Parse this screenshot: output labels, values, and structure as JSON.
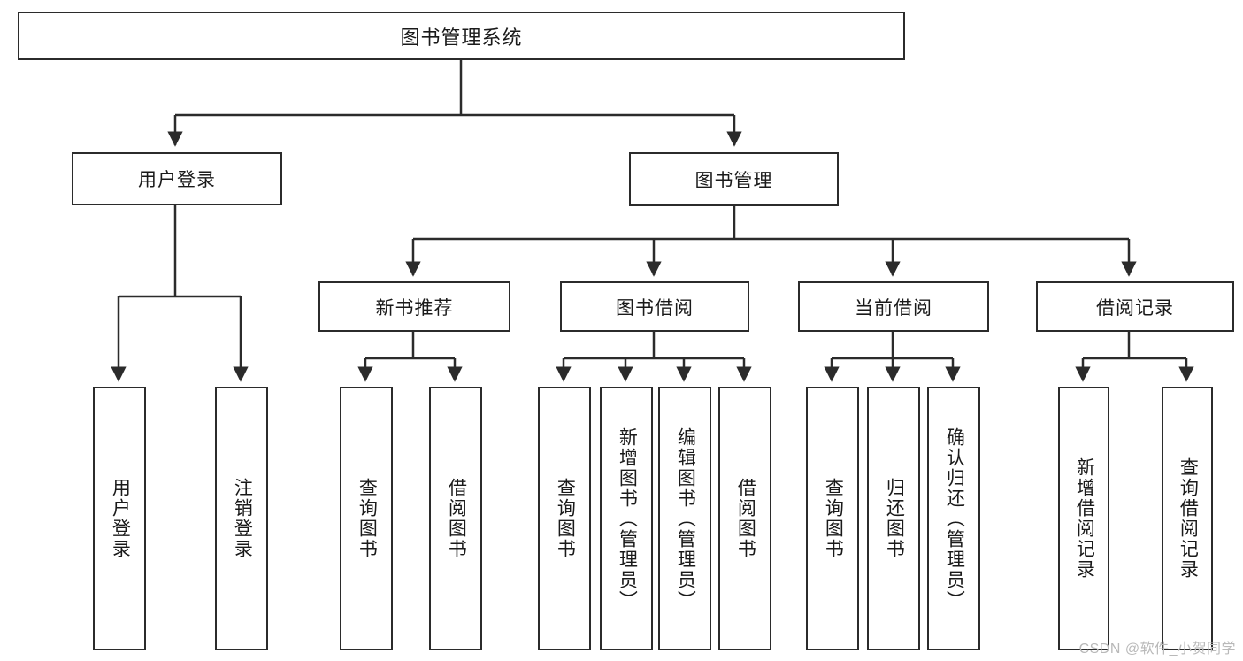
{
  "diagram": {
    "title_node": "图书管理系统",
    "watermark": "CSDN @软件_小贺同学",
    "accent_color": "#2b2b2b",
    "background_color": "#ffffff",
    "level2": [
      {
        "id": "user-login",
        "label": "用户登录"
      },
      {
        "id": "book-manage",
        "label": "图书管理"
      }
    ],
    "level3": [
      {
        "id": "new-book-rec",
        "label": "新书推荐"
      },
      {
        "id": "book-borrow",
        "label": "图书借阅"
      },
      {
        "id": "current-borrow",
        "label": "当前借阅"
      },
      {
        "id": "borrow-record",
        "label": "借阅记录"
      }
    ],
    "leaves": {
      "user_login": [
        {
          "id": "leaf-user-login",
          "label": "用户登录"
        },
        {
          "id": "leaf-logout",
          "label": "注销登录"
        }
      ],
      "new_book_rec": [
        {
          "id": "leaf-query-book-1",
          "label": "查询图书"
        },
        {
          "id": "leaf-borrow-book-1",
          "label": "借阅图书"
        }
      ],
      "book_borrow": [
        {
          "id": "leaf-query-book-2",
          "label": "查询图书"
        },
        {
          "id": "leaf-add-book",
          "label": "新增图书（管理员）"
        },
        {
          "id": "leaf-edit-book",
          "label": "编辑图书（管理员）"
        },
        {
          "id": "leaf-borrow-book-2",
          "label": "借阅图书"
        }
      ],
      "current_borrow": [
        {
          "id": "leaf-query-book-3",
          "label": "查询图书"
        },
        {
          "id": "leaf-return-book",
          "label": "归还图书"
        },
        {
          "id": "leaf-confirm-return",
          "label": "确认归还（管理员）"
        }
      ],
      "borrow_record": [
        {
          "id": "leaf-add-record",
          "label": "新增借阅记录"
        },
        {
          "id": "leaf-query-record",
          "label": "查询借阅记录"
        }
      ]
    }
  }
}
